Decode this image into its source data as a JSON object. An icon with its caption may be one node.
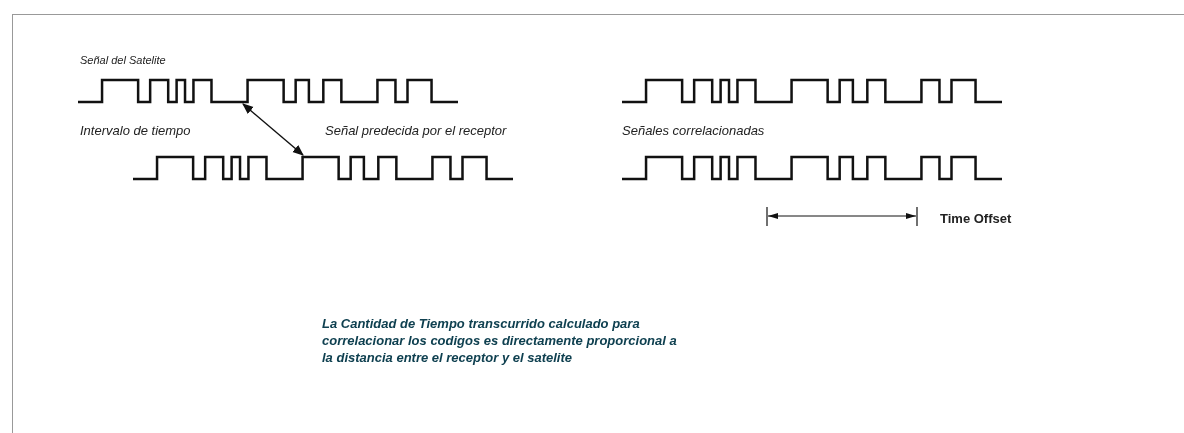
{
  "diagram": {
    "nodes": [
      {
        "text": [],
        "shape": "picture"
      },
      {
        "text": [],
        "shape": "picture"
      },
      {
        "text": [],
        "shape": "picture"
      },
      {
        "text": [],
        "shape": "picture"
      }
    ],
    "edges": [
      {
        "from": 0,
        "to": 1,
        "arrow": "both"
      }
    ],
    "labels": [
      "Señal del Satelite",
      "Intervalo de tiempo",
      "Señal predecida por el receptor",
      "Señales correlacionadas",
      "Time Offset"
    ],
    "caption": "La Cantidad de Tiempo transcurrido calculado para correlacionar los codigos es directamente proporcional a la distancia entre el receptor y el satelite"
  }
}
